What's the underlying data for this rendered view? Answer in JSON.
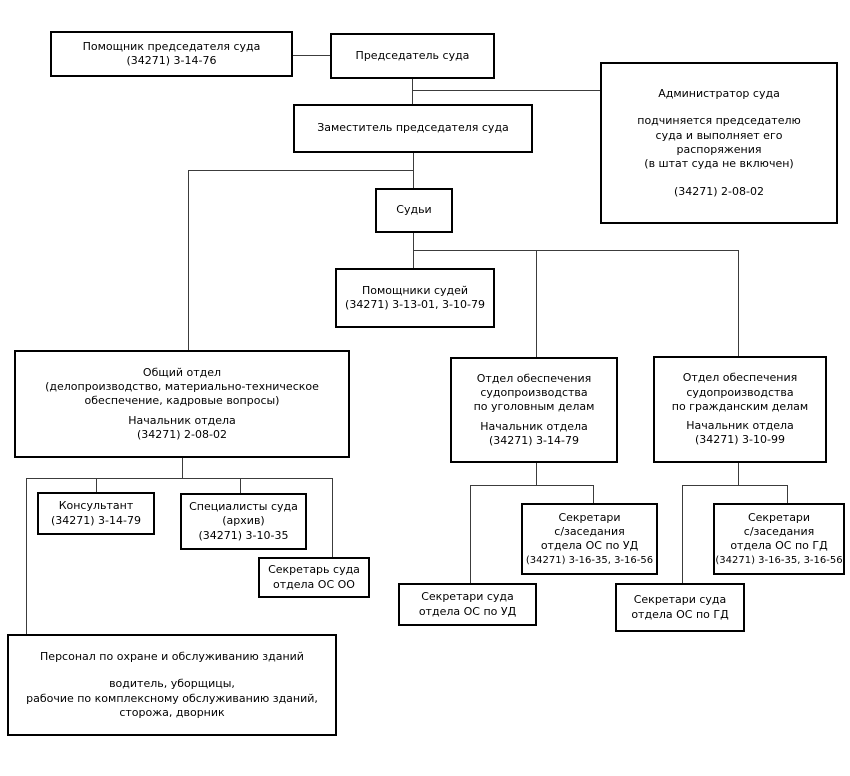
{
  "boxes": {
    "assistant_chair": {
      "lines": [
        "Помощник председателя суда",
        "(34271) 3-14-76"
      ]
    },
    "chairman": {
      "lines": [
        "Председатель суда"
      ]
    },
    "administrator": {
      "title": [
        "Администратор суда"
      ],
      "body": [
        "подчиняется председателю",
        "суда и выполняет его",
        "распоряжения",
        "(в штат суда не включен)"
      ],
      "phone": [
        "(34271) 2-08-02"
      ]
    },
    "deputy": {
      "lines": [
        "Заместитель председателя суда"
      ]
    },
    "judges": {
      "lines": [
        "Судьи"
      ]
    },
    "judge_assistants": {
      "lines": [
        "Помощники судей",
        "(34271) 3-13-01, 3-10-79"
      ]
    },
    "general_dept": {
      "title": [
        "Общий отдел",
        "(делопроизводство, материально-техническое",
        "обеспечение, кадровые вопросы)"
      ],
      "head": [
        "Начальник отдела",
        "(34271) 2-08-02"
      ]
    },
    "criminal_dept": {
      "title": [
        "Отдел обеспечения",
        "судопроизводства",
        "по уголовным делам"
      ],
      "head": [
        "Начальник отдела",
        "(34271) 3-14-79"
      ]
    },
    "civil_dept": {
      "title": [
        "Отдел обеспечения",
        "судопроизводства",
        "по гражданским делам"
      ],
      "head": [
        "Начальник отдела",
        "(34271) 3-10-99"
      ]
    },
    "consultant": {
      "lines": [
        "Консультант",
        "(34271) 3-14-79"
      ]
    },
    "archive_specialists": {
      "lines": [
        "Специалисты суда",
        "(архив)",
        "(34271) 3-10-35"
      ]
    },
    "secretary_os_oo": {
      "lines": [
        "Секретарь суда",
        "отдела ОС ОО"
      ]
    },
    "session_secretaries_ud": {
      "lines": [
        "Секретари",
        "с/заседания",
        "отдела ОС по УД"
      ],
      "phone": "(34271) 3-16-35, 3-16-56"
    },
    "court_secretaries_ud": {
      "lines": [
        "Секретари суда",
        "отдела ОС по УД"
      ]
    },
    "session_secretaries_gd": {
      "lines": [
        "Секретари",
        "с/заседания",
        "отдела ОС по ГД"
      ],
      "phone": "(34271) 3-16-35, 3-16-56"
    },
    "court_secretaries_gd": {
      "lines": [
        "Секретари суда",
        "отдела ОС по ГД"
      ]
    },
    "personnel": {
      "title": [
        "Персонал по охране и обслуживанию зданий"
      ],
      "body": [
        "водитель, уборщицы,",
        "рабочие по комплексному обслуживанию зданий,",
        "сторожа, дворник"
      ]
    }
  },
  "colors": {
    "background": "#ffffff",
    "box_border": "#000000",
    "connector": "#3c3c3c",
    "text": "#000000"
  }
}
